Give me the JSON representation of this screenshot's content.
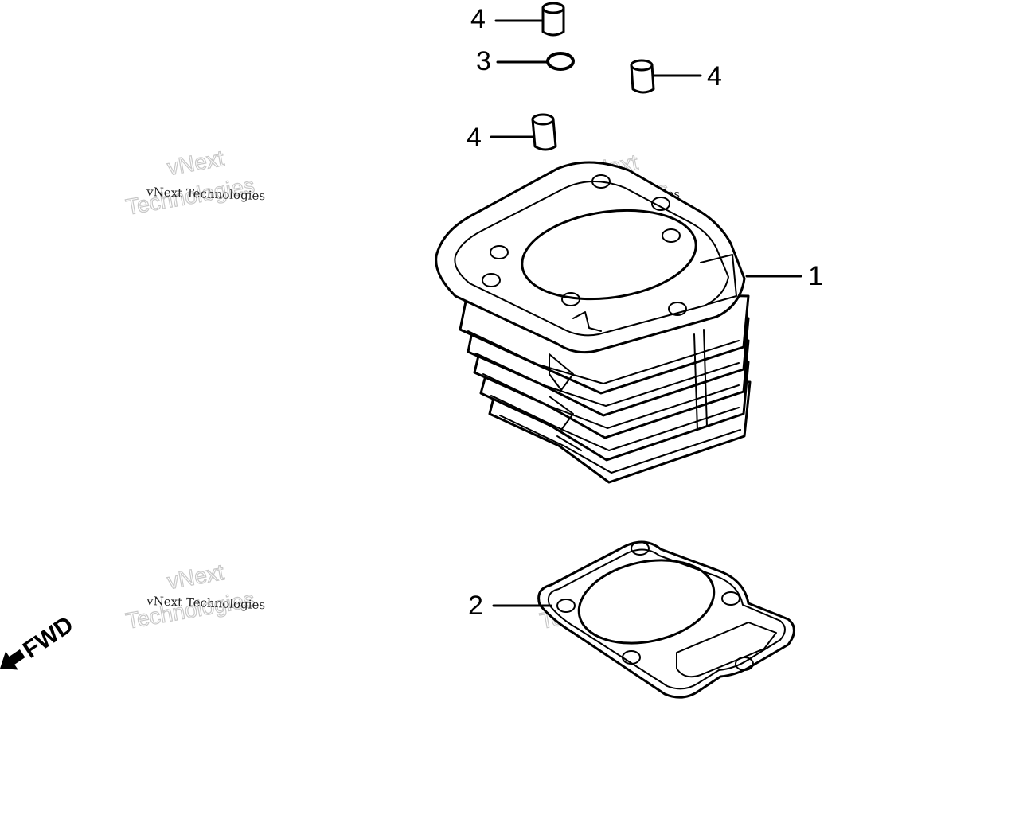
{
  "callouts": [
    {
      "id": "c1",
      "label": "4"
    },
    {
      "id": "c2",
      "label": "3"
    },
    {
      "id": "c3",
      "label": "4"
    },
    {
      "id": "c4",
      "label": "4"
    },
    {
      "id": "c5",
      "label": "1"
    },
    {
      "id": "c6",
      "label": "2"
    }
  ],
  "direction": {
    "label": "FWD"
  },
  "watermark": {
    "line1": "vNext Technologies",
    "line2": "vNext",
    "line3": "Technologies"
  },
  "colors": {
    "line": "#000000",
    "background": "#ffffff",
    "watermark_outline": "#c8c8c8"
  }
}
